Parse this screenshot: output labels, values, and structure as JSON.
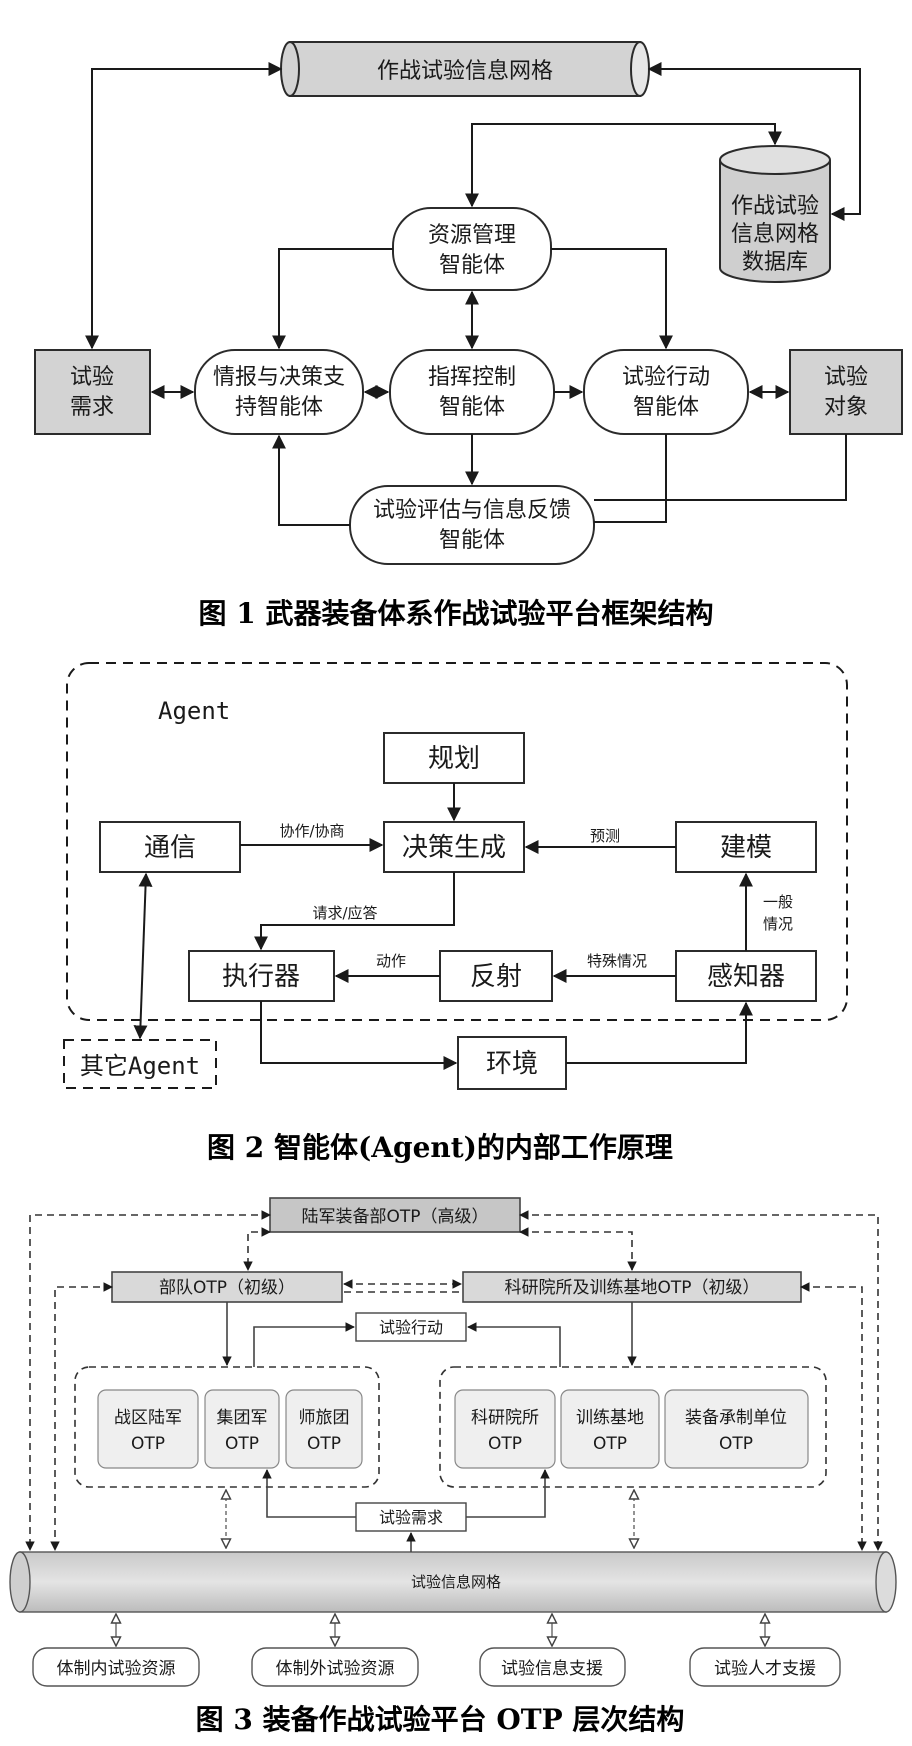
{
  "figure1": {
    "caption": "图 1  武器装备体系作战试验平台框架结构",
    "grid": "作战试验信息网格",
    "database": [
      "作战试验",
      "信息网格",
      "数据库"
    ],
    "resource_agent": [
      "资源管理",
      "智能体"
    ],
    "intel_agent": [
      "情报与决策支",
      "持智能体"
    ],
    "command_agent": [
      "指挥控制",
      "智能体"
    ],
    "action_agent": [
      "试验行动",
      "智能体"
    ],
    "eval_agent": [
      "试验评估与信息反馈",
      "智能体"
    ],
    "demand": [
      "试验",
      "需求"
    ],
    "object": [
      "试验",
      "对象"
    ]
  },
  "figure2": {
    "caption": "图 2  智能体(Agent)的内部工作原理",
    "agent_label": "Agent",
    "planning": "规划",
    "decision": "决策生成",
    "communication": "通信",
    "modeling": "建模",
    "executor": "执行器",
    "reflex": "反射",
    "sensor": "感知器",
    "environment": "环境",
    "other_agent": "其它Agent",
    "lbl_cooperate": "协作/协商",
    "lbl_predict": "预测",
    "lbl_request": "请求/应答",
    "lbl_general": [
      "一般",
      "情况"
    ],
    "lbl_action": "动作",
    "lbl_special": "特殊情况"
  },
  "figure3": {
    "caption": "图 3  装备作战试验平台 OTP 层次结构",
    "top": "陆军装备部OTP（高级）",
    "left_mid": "部队OTP（初级）",
    "right_mid": "科研院所及训练基地OTP（初级）",
    "test_action": "试验行动",
    "test_demand": "试验需求",
    "left_boxes": [
      [
        "战区陆军",
        "OTP"
      ],
      [
        "集团军",
        "OTP"
      ],
      [
        "师旅团",
        "OTP"
      ]
    ],
    "right_boxes": [
      [
        "科研院所",
        "OTP"
      ],
      [
        "训练基地",
        "OTP"
      ],
      [
        "装备承制单位",
        "OTP"
      ]
    ],
    "grid": "试验信息网格",
    "bottom": [
      "体制内试验资源",
      "体制外试验资源",
      "试验信息支援",
      "试验人才支援"
    ]
  }
}
